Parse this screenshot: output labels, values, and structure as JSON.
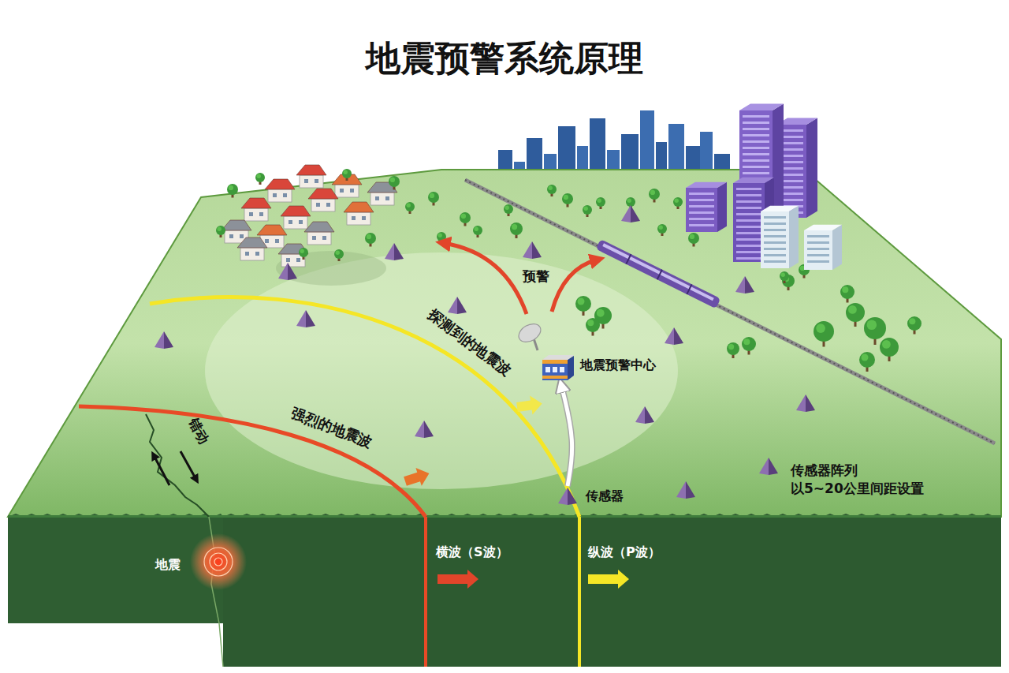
{
  "diagram": {
    "title": "地震预警系统原理",
    "nodes": [
      {
        "text": [
          "地震预警中心"
        ]
      },
      {
        "text": [
          "传感器"
        ]
      }
    ],
    "edges": [
      {
        "from": 1,
        "to": 0,
        "arrow": "to"
      }
    ],
    "labels": [
      "预警",
      "探测到的地震波",
      "强烈的地震波",
      "错动",
      "传感器阵列 以5~20公里间距设置",
      "地震",
      "横波（S波）",
      "纵波（P波）"
    ]
  }
}
